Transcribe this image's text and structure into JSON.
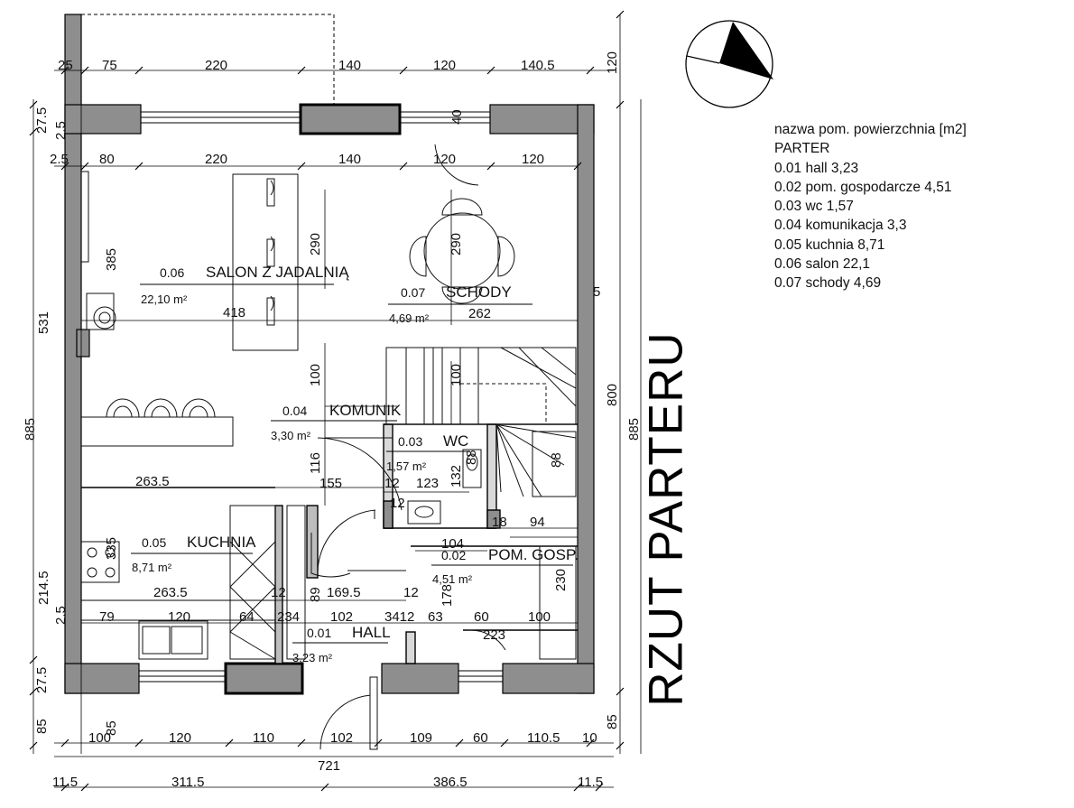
{
  "drawing_title": "RZUT PARTERU",
  "legend": {
    "header": "nazwa pom. powierzchnia [m2]",
    "floor": "PARTER",
    "rows": [
      "0.01 hall 3,23",
      "0.02 pom. gospodarcze 4,51",
      "0.03 wc 1,57",
      "0.04 komunikacja 3,3",
      "0.05 kuchnia 8,71",
      "0.06 salon  22,1",
      "0.07 schody 4,69"
    ]
  },
  "rooms": [
    {
      "id": "room-salon",
      "no": "0.06",
      "name": "SALON Z JADALNIĄ",
      "area": "22,10 m²"
    },
    {
      "id": "room-schody",
      "no": "0.07",
      "name": "SCHODY",
      "area": "4,69 m²"
    },
    {
      "id": "room-komunik",
      "no": "0.04",
      "name": "KOMUNIK",
      "area": "3,30 m²"
    },
    {
      "id": "room-wc",
      "no": "0.03",
      "name": "WC",
      "area": "1,57 m²"
    },
    {
      "id": "room-kuchnia",
      "no": "0.05",
      "name": "KUCHNIA",
      "area": "8,71 m²"
    },
    {
      "id": "room-gosp",
      "no": "0.02",
      "name": "POM. GOSP.",
      "area": "4,51 m²"
    },
    {
      "id": "room-hall",
      "no": "0.01",
      "name": "HALL",
      "area": "3,23 m²"
    }
  ],
  "dimensions": {
    "top_outer": [
      "25",
      "75",
      "220",
      "140",
      "120",
      "140.5"
    ],
    "top_inner": [
      "2.5",
      "80",
      "220",
      "140",
      "120",
      "120"
    ],
    "bottom_inner": [
      "100",
      "120",
      "110",
      "102",
      "109",
      "60",
      "110.5",
      "10"
    ],
    "bottom_total": "721",
    "bottom_outer": [
      "11.5",
      "311.5",
      "386.5",
      "11.5"
    ],
    "left_outer": [
      "27.5",
      "531",
      "885",
      "214.5",
      "27.5",
      "85"
    ],
    "left_inner": [
      "2.5",
      "385",
      "335",
      "2.5",
      "85"
    ],
    "right_outer": [
      "120",
      "800",
      "885",
      "85"
    ],
    "interior": [
      "290",
      "418",
      "290",
      "262",
      "5",
      "100",
      "100",
      "116",
      "155",
      "12",
      "123",
      "132",
      "88",
      "88",
      "263.5",
      "12",
      "18",
      "94",
      "104",
      "230",
      "263.5",
      "12",
      "89",
      "169.5",
      "12",
      "178",
      "79",
      "120",
      "64",
      "234",
      "102",
      "3412",
      "63",
      "60",
      "100",
      "223",
      "40"
    ]
  }
}
